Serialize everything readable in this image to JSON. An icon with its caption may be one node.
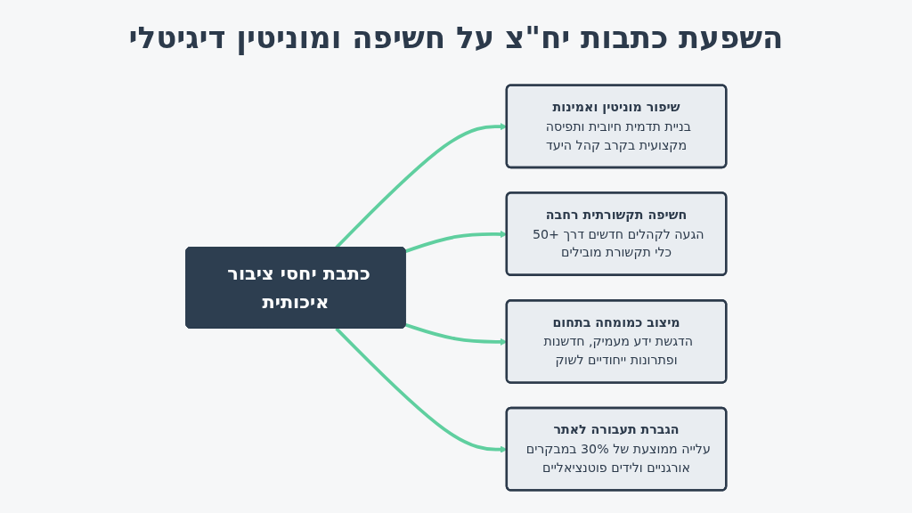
{
  "diagram": {
    "title": "השפעת כתבות יח\"צ על חשיפה ומוניטין דיגיטלי",
    "nodes": [
      {
        "text": [
          "שיפור מוניטין ואמינות",
          "בניית תדמית חיובית ותפיסה מקצועית בקרב קהל היעד"
        ]
      },
      {
        "text": [
          "חשיפה תקשורתית רחבה",
          "הגעה לקהלים חדשים דרך +50 כלי תקשורת מובילים"
        ]
      },
      {
        "text": [
          "כתבת יחסי ציבור איכותית"
        ]
      },
      {
        "text": [
          "מיצוב כמומחה בתחום",
          "הדגשת ידע מעמיק, חדשנות ופתרונות ייחודיים לשוק"
        ]
      },
      {
        "text": [
          "הגברת תעבורה לאתר",
          "עלייה ממוצעת של 30% במבקרים אורגניים ולידים פוטנציאליים"
        ]
      }
    ],
    "edges": [
      {
        "from": 2,
        "to": 0,
        "arrow": "to"
      },
      {
        "from": 2,
        "to": 1,
        "arrow": "to"
      },
      {
        "from": 2,
        "to": 3,
        "arrow": "to"
      },
      {
        "from": 2,
        "to": 4,
        "arrow": "to"
      }
    ]
  }
}
